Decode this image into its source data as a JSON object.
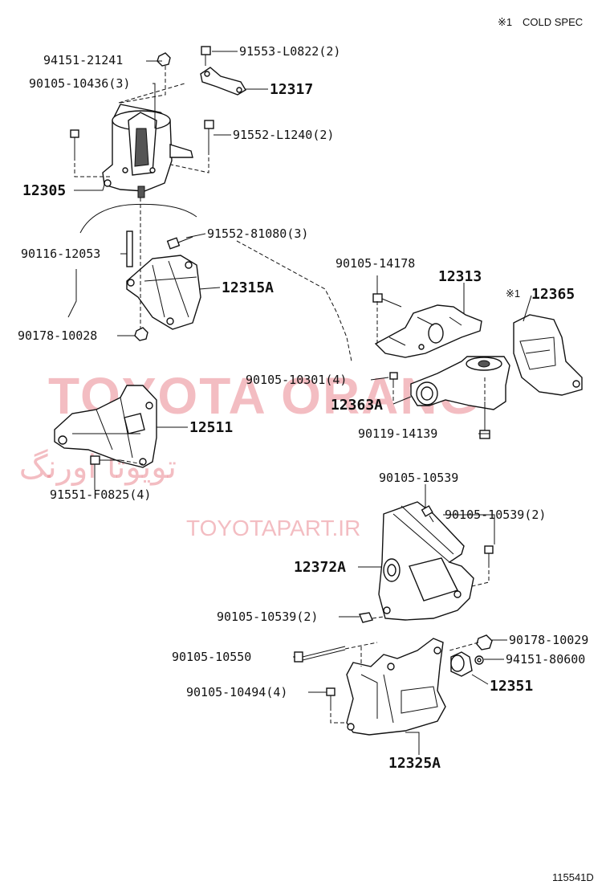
{
  "note": {
    "mark": "※1",
    "text": "COLD SPEC"
  },
  "figure_id": "115541D",
  "watermark": {
    "latin": "TOYOTA ORANG",
    "persian": "تویوتا اورنگ",
    "url": "TOYOTAPART.IR"
  },
  "labels": {
    "p94151_21241": "94151-21241",
    "p91553_L0822": "91553-L0822(2)",
    "p90105_10436": "90105-10436(3)",
    "p12317": "12317",
    "p91552_L1240": "91552-L1240(2)",
    "p12305": "12305",
    "p91552_81080": "91552-81080(3)",
    "p90116_12053": "90116-12053",
    "p12315A": "12315A",
    "p90178_10028": "90178-10028",
    "p90105_14178": "90105-14178",
    "p12313": "12313",
    "p12365_mark": "※1",
    "p12365": "12365",
    "p90105_10301": "90105-10301(4)",
    "p12363A": "12363A",
    "p12511": "12511",
    "p90119_14139": "90119-14139",
    "p91551_F0825": "91551-F0825(4)",
    "p90105_10539": "90105-10539",
    "p90105_10539_2a": "90105-10539(2)",
    "p12372A": "12372A",
    "p90105_10539_2b": "90105-10539(2)",
    "p90178_10029": "90178-10029",
    "p90105_10550": "90105-10550",
    "p94151_80600": "94151-80600",
    "p12351": "12351",
    "p90105_10494": "90105-10494(4)",
    "p12325A": "12325A"
  }
}
